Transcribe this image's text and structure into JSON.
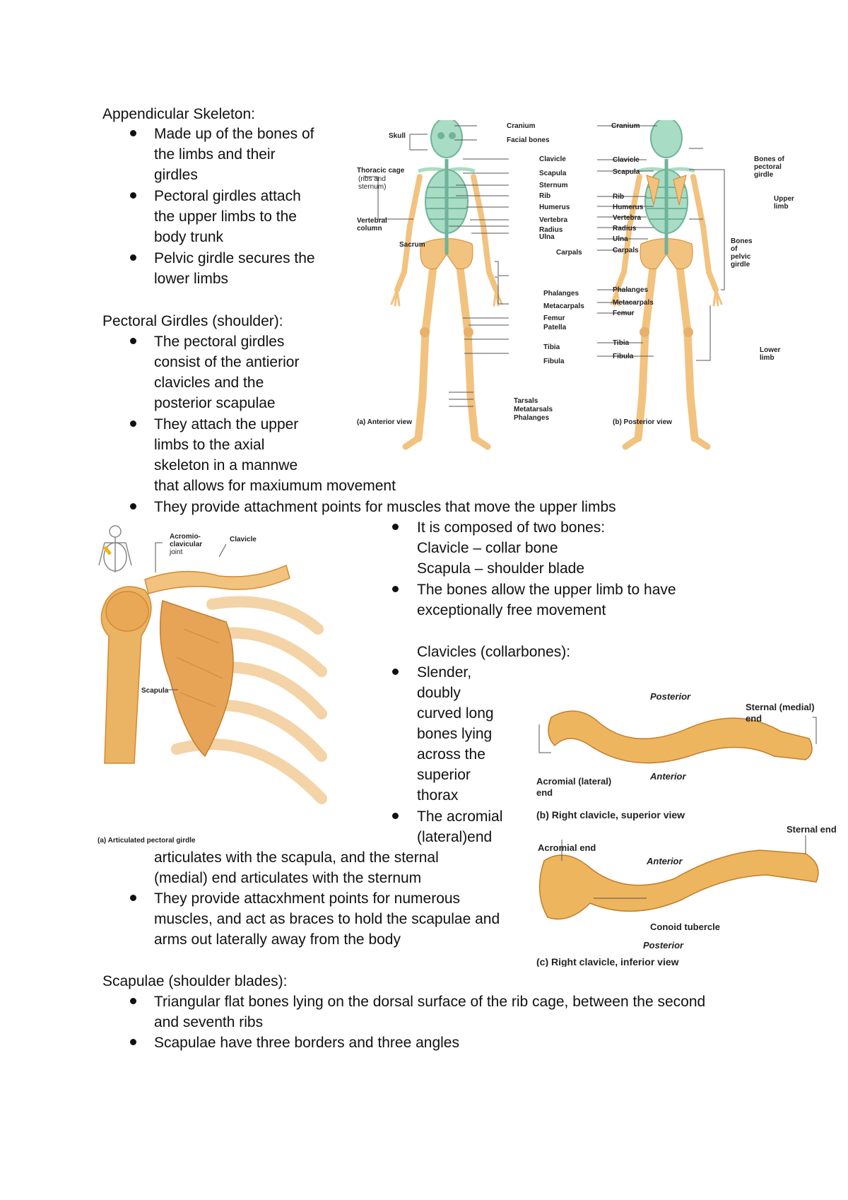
{
  "text": {
    "appendicular_heading": "Appendicular Skeleton:",
    "app_b1": [
      "Made up of the bones of",
      "the limbs and their",
      "girdles"
    ],
    "app_b2": [
      "Pectoral girdles attach",
      "the upper limbs to the",
      "body trunk"
    ],
    "app_b3": [
      "Pelvic girdle secures the",
      "lower limbs"
    ],
    "pectoral_heading": "Pectoral Girdles (shoulder):",
    "pec_b1": [
      "The pectoral girdles",
      "consist of the antierior",
      "clavicles and the",
      "posterior scapulae"
    ],
    "pec_b2": [
      "They attach the upper",
      "limbs to the axial",
      "skeleton in a mannwe",
      "that allows for maxiumum movement"
    ],
    "pec_b3": "They provide attachment points for muscles that move the upper limbs",
    "pec_b4": [
      "It is composed of two bones:",
      "Clavicle – collar bone",
      "Scapula – shoulder blade"
    ],
    "pec_b5": [
      "The bones allow the upper limb to have",
      "exceptionally free movement"
    ],
    "clavicles_heading": "Clavicles (collarbones):",
    "clav_b1": [
      "Slender,",
      "doubly",
      "curved long",
      "bones lying",
      "across the",
      "superior",
      "thorax"
    ],
    "clav_b2": [
      "The acromial",
      "(lateral)end",
      "articulates with the scapula, and the sternal",
      "(medial) end articulates with the sternum"
    ],
    "clav_b3": [
      "They provide attacxhment points for numerous",
      "muscles, and act as braces to hold the scapulae and",
      "arms out laterally away from the body"
    ],
    "scapulae_heading": "Scapulae (shoulder blades):",
    "scap_b1": [
      "Triangular flat bones lying on the dorsal surface of the rib cage, between the second",
      "and seventh ribs"
    ],
    "scap_b2": "Scapulae have three borders and three angles"
  },
  "skeleton_figure": {
    "anterior": {
      "caption": "(a) Anterior view",
      "labels": {
        "skull": "Skull",
        "cranium": "Cranium",
        "facial_bones": "Facial bones",
        "thoracic_cage": "Thoracic cage",
        "thoracic_sub1": "(ribs and",
        "thoracic_sub2": "sternum)",
        "clavicle": "Clavicle",
        "scapula": "Scapula",
        "sternum": "Sternum",
        "rib": "Rib",
        "humerus": "Humerus",
        "vertebra": "Vertebra",
        "radius": "Radius",
        "ulna": "Ulna",
        "vertebral_column_1": "Vertebral",
        "vertebral_column_2": "column",
        "sacrum": "Sacrum",
        "carpals": "Carpals",
        "phalanges": "Phalanges",
        "metacarpals": "Metacarpals",
        "femur": "Femur",
        "patella": "Patella",
        "tibia": "Tibia",
        "fibula": "Fibula",
        "tarsals": "Tarsals",
        "metatarsals": "Metatarsals",
        "phalanges_foot": "Phalanges"
      }
    },
    "posterior": {
      "caption": "(b) Posterior view",
      "labels": {
        "cranium": "Cranium",
        "clavicle": "Clavicle",
        "scapula": "Scapula",
        "rib": "Rib",
        "humerus": "Humerus",
        "vertebra": "Vertebra",
        "radius": "Radius",
        "ulna": "Ulna",
        "carpals": "Carpals",
        "phalanges": "Phalanges",
        "metacarpals": "Metacarpals",
        "femur": "Femur",
        "tibia": "Tibia",
        "fibula": "Fibula",
        "pectoral_1": "Bones of",
        "pectoral_2": "pectoral",
        "pectoral_3": "girdle",
        "upper_limb_1": "Upper",
        "upper_limb_2": "limb",
        "pelvic_1": "Bones",
        "pelvic_2": "of",
        "pelvic_3": "pelvic",
        "pelvic_4": "girdle",
        "lower_limb_1": "Lower",
        "lower_limb_2": "limb"
      }
    }
  },
  "shoulder_figure": {
    "caption": "(a) Articulated pectoral girdle",
    "ac_joint_1": "Acromio-",
    "ac_joint_2": "clavicular",
    "ac_joint_3": "joint",
    "clavicle": "Clavicle",
    "scapula": "Scapula"
  },
  "clavicle_superior": {
    "caption": "(b) Right clavicle, superior view",
    "posterior": "Posterior",
    "anterior": "Anterior",
    "sternal_1": "Sternal (medial)",
    "sternal_2": "end",
    "acromial_1": "Acromial (lateral)",
    "acromial_2": "end"
  },
  "clavicle_inferior": {
    "caption": "(c) Right clavicle, inferior view",
    "sternal_end": "Sternal end",
    "acromial_end": "Acromial end",
    "anterior": "Anterior",
    "conoid": "Conoid tubercle",
    "posterior": "Posterior"
  },
  "colors": {
    "bone": "#f2c27f",
    "bone_dark": "#d4892f",
    "axial": "#a9dcc4",
    "axial_dark": "#6fb39a"
  }
}
